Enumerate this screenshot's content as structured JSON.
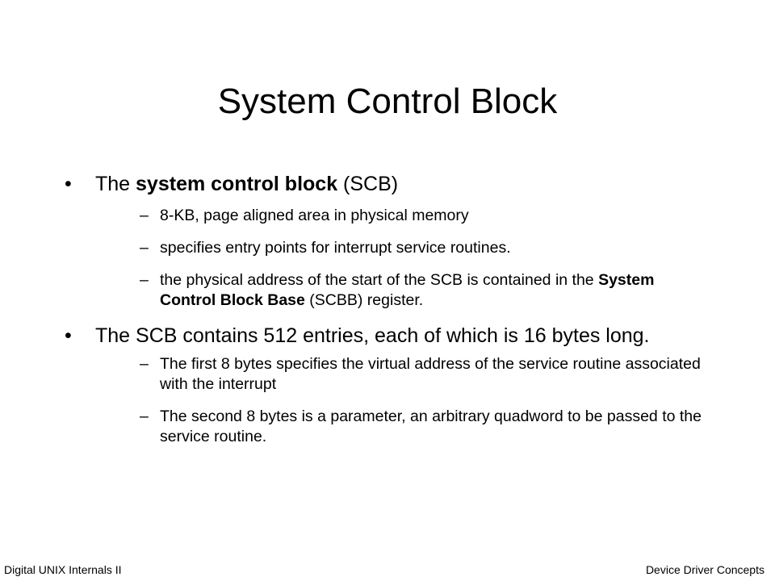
{
  "title": "System Control Block",
  "bullets": [
    {
      "pre": "The ",
      "bold": "system control block",
      "post": " (SCB)",
      "subs": [
        {
          "pre": "8-KB, page aligned area in physical memory",
          "bold": "",
          "post": ""
        },
        {
          "pre": "specifies entry points for interrupt service routines.",
          "bold": "",
          "post": ""
        },
        {
          "pre": "the physical address of the start of the SCB is contained in the ",
          "bold": "System Control Block Base",
          "post": " (SCBB) register."
        }
      ]
    },
    {
      "pre": "The SCB contains 512 entries, each of which is 16 bytes long.",
      "bold": "",
      "post": "",
      "subs": [
        {
          "pre": "The first 8 bytes specifies the virtual address of the service routine associated with the interrupt",
          "bold": "",
          "post": ""
        },
        {
          "pre": "The second 8 bytes is a parameter, an arbitrary quadword to be passed to the service routine.",
          "bold": "",
          "post": ""
        }
      ]
    }
  ],
  "bullet_glyph": "•",
  "dash_glyph": "–",
  "footer": {
    "left": "Digital UNIX Internals II",
    "right": "Device Driver Concepts"
  }
}
